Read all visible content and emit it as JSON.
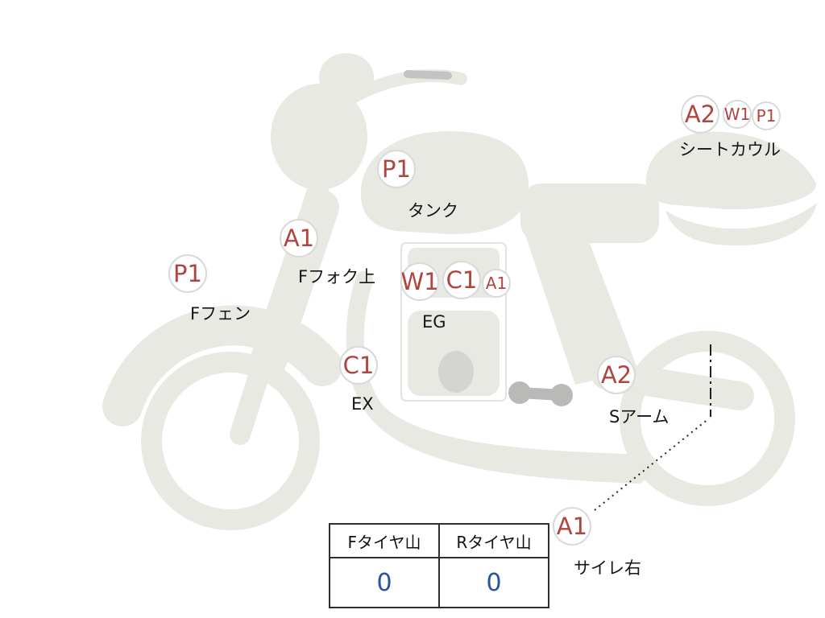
{
  "diagram": {
    "markers": {
      "front_fender": {
        "badge": "P1",
        "label": "Fフェン"
      },
      "front_fork_upper": {
        "badge": "A1",
        "label": "Fフォク上"
      },
      "tank": {
        "badge": "P1",
        "label": "タンク"
      },
      "engine": {
        "badges": [
          "W1",
          "C1",
          "A1"
        ],
        "label": "EG"
      },
      "exhaust": {
        "badge": "C1",
        "label": "EX"
      },
      "swing_arm": {
        "badge": "A2",
        "label": "Sアーム"
      },
      "silencer_right": {
        "badge": "A1",
        "label": "サイレ右"
      },
      "seat_cowl": {
        "badges": [
          "A2",
          "W1",
          "P1"
        ],
        "label": "シートカウル"
      }
    }
  },
  "tire_table": {
    "headers": [
      "Fタイヤ山",
      "Rタイヤ山"
    ],
    "values": [
      "0",
      "0"
    ]
  },
  "colors": {
    "badge_text": "#b0453f",
    "value_text": "#2653a6",
    "bike_fill": "#e9e9e3"
  }
}
